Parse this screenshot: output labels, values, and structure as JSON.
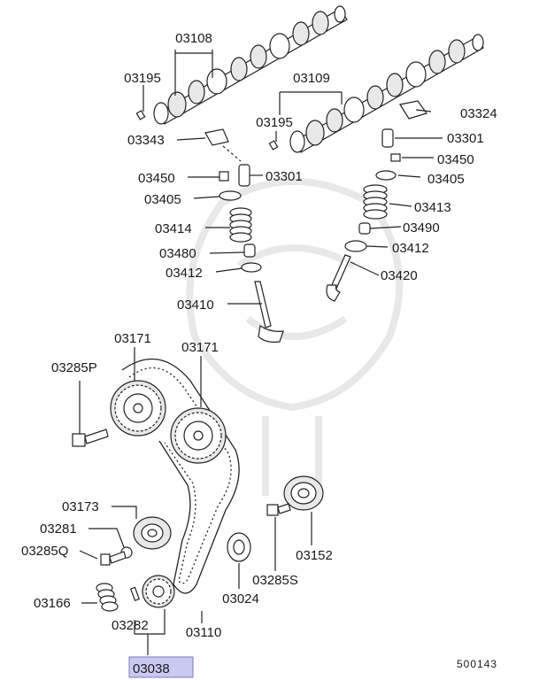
{
  "diagram_number": "500143",
  "highlight_color": "#c9c9f2",
  "labels": {
    "l03108": "03108",
    "l03195a": "03195",
    "l03109": "03109",
    "l03195b": "03195",
    "l03324": "03324",
    "l03343": "03343",
    "l03301a": "03301",
    "l03450a": "03450",
    "l03301b": "03301",
    "l03450b": "03450",
    "l03405a": "03405",
    "l03405b": "03405",
    "l03413": "03413",
    "l03414": "03414",
    "l03490": "03490",
    "l03480": "03480",
    "l03412a": "03412",
    "l03412b": "03412",
    "l03420": "03420",
    "l03410": "03410",
    "l03171a": "03171",
    "l03171b": "03171",
    "l03285P": "03285P",
    "l03173": "03173",
    "l03281": "03281",
    "l03285Q": "03285Q",
    "l03166": "03166",
    "l03282": "03282",
    "l03110": "03110",
    "l03024": "03024",
    "l03285S": "03285S",
    "l03152": "03152",
    "l03038": "03038"
  }
}
